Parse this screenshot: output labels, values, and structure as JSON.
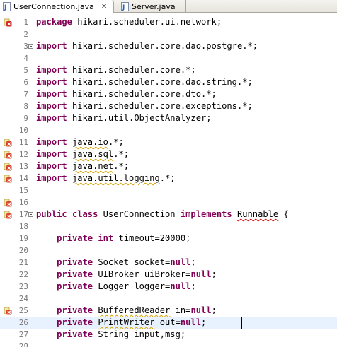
{
  "tabs": [
    {
      "label": "UserConnection.java",
      "active": true,
      "close": "✕"
    },
    {
      "label": "Server.java",
      "active": false
    }
  ],
  "lines": [
    {
      "n": "1",
      "marker": "error",
      "parts": [
        {
          "t": "package",
          "k": "kw"
        },
        {
          "t": " hikari.scheduler.ui.network;"
        }
      ]
    },
    {
      "n": "2",
      "parts": []
    },
    {
      "n": "3",
      "fold": true,
      "parts": [
        {
          "t": "import",
          "k": "kw"
        },
        {
          "t": " hikari.scheduler.core.dao.postgre.*;"
        }
      ]
    },
    {
      "n": "4",
      "parts": []
    },
    {
      "n": "5",
      "parts": [
        {
          "t": "import",
          "k": "kw"
        },
        {
          "t": " hikari.scheduler.core.*;"
        }
      ]
    },
    {
      "n": "6",
      "parts": [
        {
          "t": "import",
          "k": "kw"
        },
        {
          "t": " hikari.scheduler.core.dao.string.*;"
        }
      ]
    },
    {
      "n": "7",
      "parts": [
        {
          "t": "import",
          "k": "kw"
        },
        {
          "t": " hikari.scheduler.core.dto.*;"
        }
      ]
    },
    {
      "n": "8",
      "parts": [
        {
          "t": "import",
          "k": "kw"
        },
        {
          "t": " hikari.scheduler.core.exceptions.*;"
        }
      ]
    },
    {
      "n": "9",
      "parts": [
        {
          "t": "import",
          "k": "kw"
        },
        {
          "t": " hikari.util.ObjectAnalyzer;"
        }
      ]
    },
    {
      "n": "10",
      "parts": []
    },
    {
      "n": "11",
      "marker": "warning",
      "parts": [
        {
          "t": "import",
          "k": "kw"
        },
        {
          "t": " "
        },
        {
          "t": "java.io",
          "k": "warn"
        },
        {
          "t": ".*;"
        }
      ]
    },
    {
      "n": "12",
      "marker": "warning",
      "parts": [
        {
          "t": "import",
          "k": "kw"
        },
        {
          "t": " "
        },
        {
          "t": "java.sql",
          "k": "warn"
        },
        {
          "t": ".*;"
        }
      ]
    },
    {
      "n": "13",
      "marker": "warning",
      "parts": [
        {
          "t": "import",
          "k": "kw"
        },
        {
          "t": " "
        },
        {
          "t": "java.net",
          "k": "warn"
        },
        {
          "t": ".*;"
        }
      ]
    },
    {
      "n": "14",
      "marker": "warning",
      "parts": [
        {
          "t": "import",
          "k": "kw"
        },
        {
          "t": " "
        },
        {
          "t": "java.util.logging",
          "k": "warn"
        },
        {
          "t": ".*;"
        }
      ]
    },
    {
      "n": "15",
      "parts": []
    },
    {
      "n": "16",
      "marker": "warning",
      "parts": []
    },
    {
      "n": "17",
      "marker": "warning",
      "fold": true,
      "parts": [
        {
          "t": "public",
          "k": "kw"
        },
        {
          "t": " "
        },
        {
          "t": "class",
          "k": "kw"
        },
        {
          "t": " UserConnection "
        },
        {
          "t": "implements",
          "k": "kw"
        },
        {
          "t": " "
        },
        {
          "t": "Runnable",
          "k": "err"
        },
        {
          "t": " {"
        }
      ]
    },
    {
      "n": "18",
      "parts": []
    },
    {
      "n": "19",
      "parts": [
        {
          "t": "    "
        },
        {
          "t": "private",
          "k": "kw"
        },
        {
          "t": " "
        },
        {
          "t": "int",
          "k": "kw"
        },
        {
          "t": " timeout=20000;"
        }
      ]
    },
    {
      "n": "20",
      "parts": []
    },
    {
      "n": "21",
      "parts": [
        {
          "t": "    "
        },
        {
          "t": "private",
          "k": "kw"
        },
        {
          "t": " Socket socket="
        },
        {
          "t": "null",
          "k": "kw"
        },
        {
          "t": ";"
        }
      ]
    },
    {
      "n": "22",
      "parts": [
        {
          "t": "    "
        },
        {
          "t": "private",
          "k": "kw"
        },
        {
          "t": " UIBroker uiBroker="
        },
        {
          "t": "null",
          "k": "kw"
        },
        {
          "t": ";"
        }
      ]
    },
    {
      "n": "23",
      "parts": [
        {
          "t": "    "
        },
        {
          "t": "private",
          "k": "kw"
        },
        {
          "t": " Logger logger="
        },
        {
          "t": "null",
          "k": "kw"
        },
        {
          "t": ";"
        }
      ]
    },
    {
      "n": "24",
      "parts": []
    },
    {
      "n": "25",
      "marker": "warning",
      "parts": [
        {
          "t": "    "
        },
        {
          "t": "private",
          "k": "kw"
        },
        {
          "t": " "
        },
        {
          "t": "BufferedReader",
          "k": "warn"
        },
        {
          "t": " in="
        },
        {
          "t": "null",
          "k": "kw"
        },
        {
          "t": ";"
        }
      ]
    },
    {
      "n": "26",
      "current": true,
      "parts": [
        {
          "t": "    "
        },
        {
          "t": "private",
          "k": "kw"
        },
        {
          "t": " "
        },
        {
          "t": "PrintWriter",
          "k": "warn"
        },
        {
          "t": " out="
        },
        {
          "t": "null",
          "k": "kw"
        },
        {
          "t": ";"
        }
      ]
    },
    {
      "n": "27",
      "parts": [
        {
          "t": "    "
        },
        {
          "t": "private",
          "k": "kw"
        },
        {
          "t": " String input,msg;"
        }
      ]
    },
    {
      "n": "28",
      "parts": []
    }
  ]
}
